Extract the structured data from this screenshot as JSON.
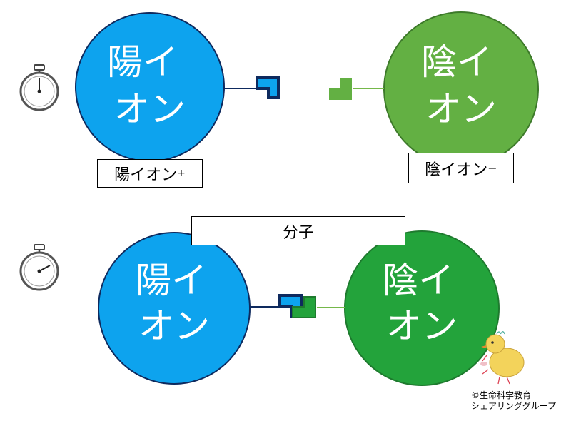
{
  "top_scene": {
    "cation": {
      "line1": "陽イ",
      "line2": "オン",
      "caption_main": "陽イオン",
      "caption_sign": "+"
    },
    "anion": {
      "line1": "陰イ",
      "line2": "オン",
      "caption_main": "陰イオン",
      "caption_sign": "−"
    }
  },
  "bottom_scene": {
    "molecule_label": "分子",
    "cation": {
      "line1": "陽イ",
      "line2": "オン"
    },
    "anion": {
      "line1": "陰イ",
      "line2": "オン"
    }
  },
  "credit": {
    "line1": "©生命科学教育",
    "line2": "シェアリンググループ"
  },
  "colors": {
    "cation_fill": "#0da3ee",
    "anion_fill": "#23a33b",
    "anion_fill_top": "#63b043",
    "circle_stroke": "#0e2a5e",
    "connector_cation": "#0e2a5e",
    "connector_anion": "#75b84a"
  },
  "icons": [
    "stopwatch-icon",
    "chick-illustration"
  ]
}
